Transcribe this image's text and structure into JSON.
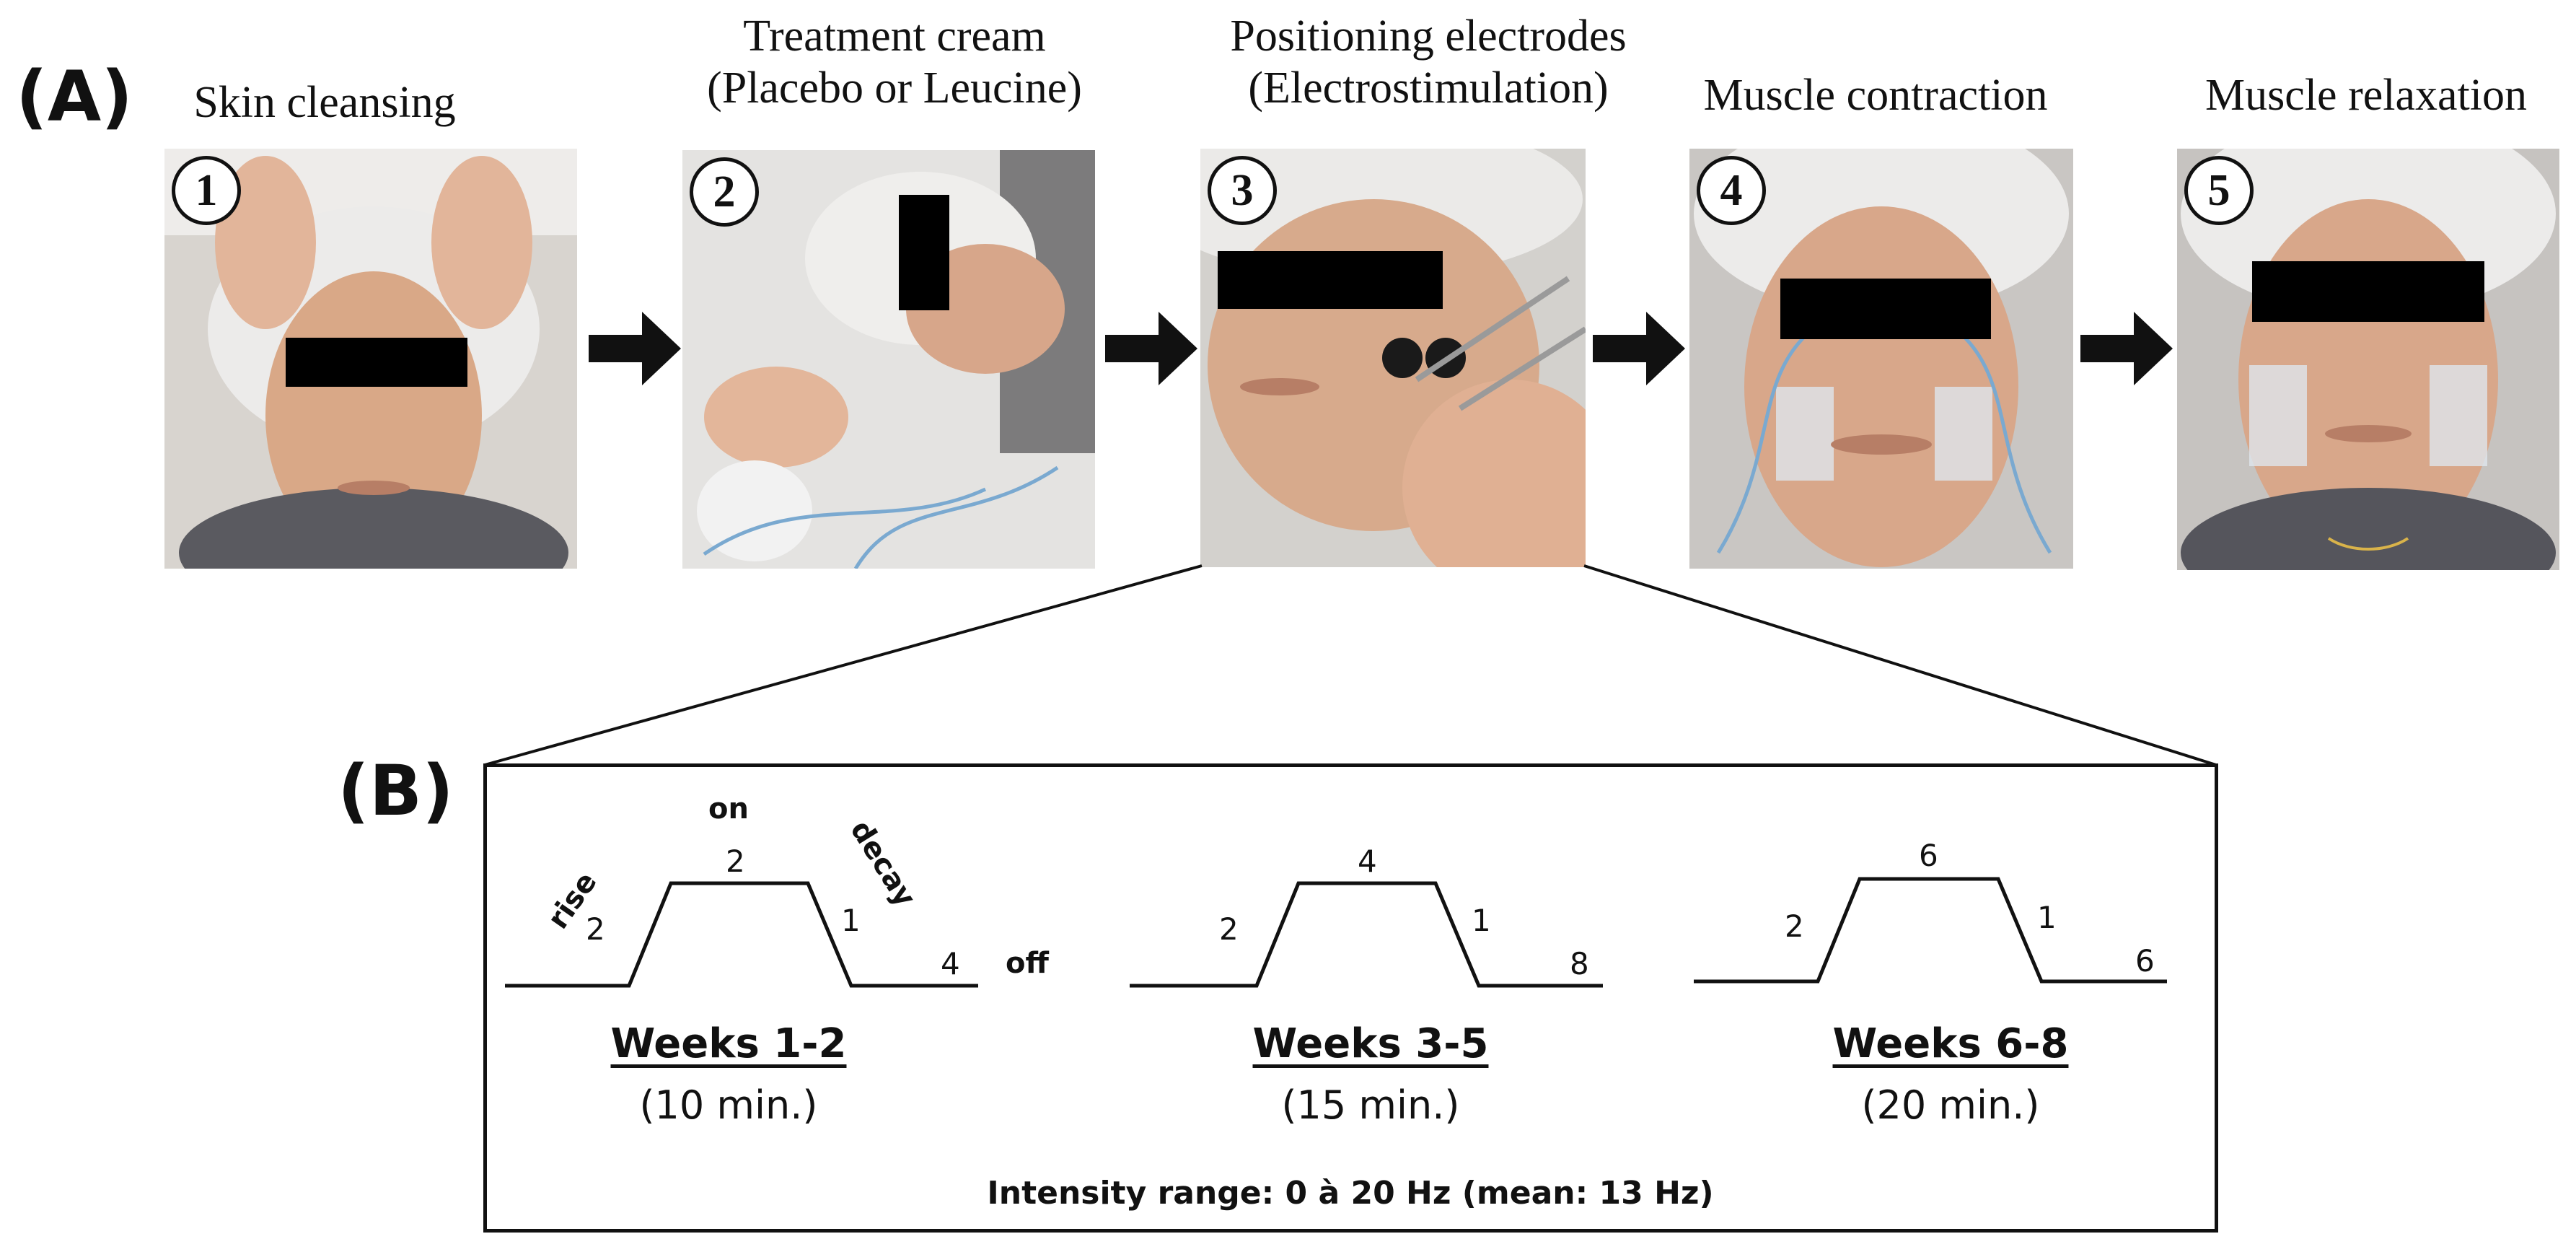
{
  "panel_a_label": "(A)",
  "panel_b_label": "(B)",
  "steps": [
    {
      "number": "1",
      "title": "Skin cleansing"
    },
    {
      "number": "2",
      "title": "Treatment cream\n(Placebo or Leucine)"
    },
    {
      "number": "3",
      "title": "Positioning electrodes\n(Electrostimulation)"
    },
    {
      "number": "4",
      "title": "Muscle contraction"
    },
    {
      "number": "5",
      "title": "Muscle relaxation"
    }
  ],
  "phase_labels": {
    "rise": "rise",
    "on": "on",
    "decay": "decay",
    "off": "off"
  },
  "protocols": [
    {
      "weeks": "Weeks 1-2",
      "duration": "(10 min.)",
      "rise": "2",
      "on": "2",
      "decay": "1",
      "off": "4"
    },
    {
      "weeks": "Weeks 3-5",
      "duration": "(15 min.)",
      "rise": "2",
      "on": "4",
      "decay": "1",
      "off": "8"
    },
    {
      "weeks": "Weeks 6-8",
      "duration": "(20 min.)",
      "rise": "2",
      "on": "6",
      "decay": "1",
      "off": "6"
    }
  ],
  "intensity": "Intensity range: 0 à 20 Hz (mean: 13 Hz)"
}
